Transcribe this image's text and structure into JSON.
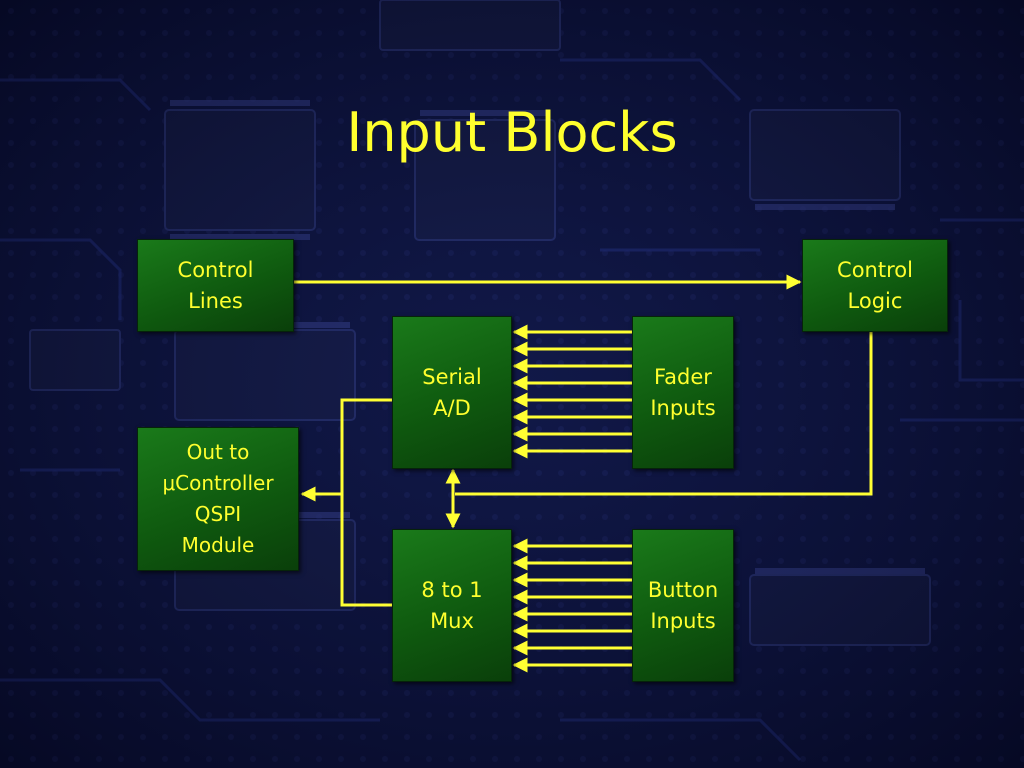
{
  "slide": {
    "title": "Input Blocks"
  },
  "blocks": {
    "control_lines": [
      "Control",
      "Lines"
    ],
    "control_logic": [
      "Control",
      "Logic"
    ],
    "serial_ad": [
      "Serial",
      "A/D"
    ],
    "fader_inputs": [
      "Fader",
      "Inputs"
    ],
    "out_to_controller": [
      "Out to",
      "μController",
      "QSPI",
      "Module"
    ],
    "mux": [
      "8 to 1",
      "Mux"
    ],
    "button_inputs": [
      "Button",
      "Inputs"
    ]
  },
  "colors": {
    "text": "#ffff2e",
    "wire": "#ffff33",
    "block": "#116611",
    "background": "#0b0f33"
  }
}
